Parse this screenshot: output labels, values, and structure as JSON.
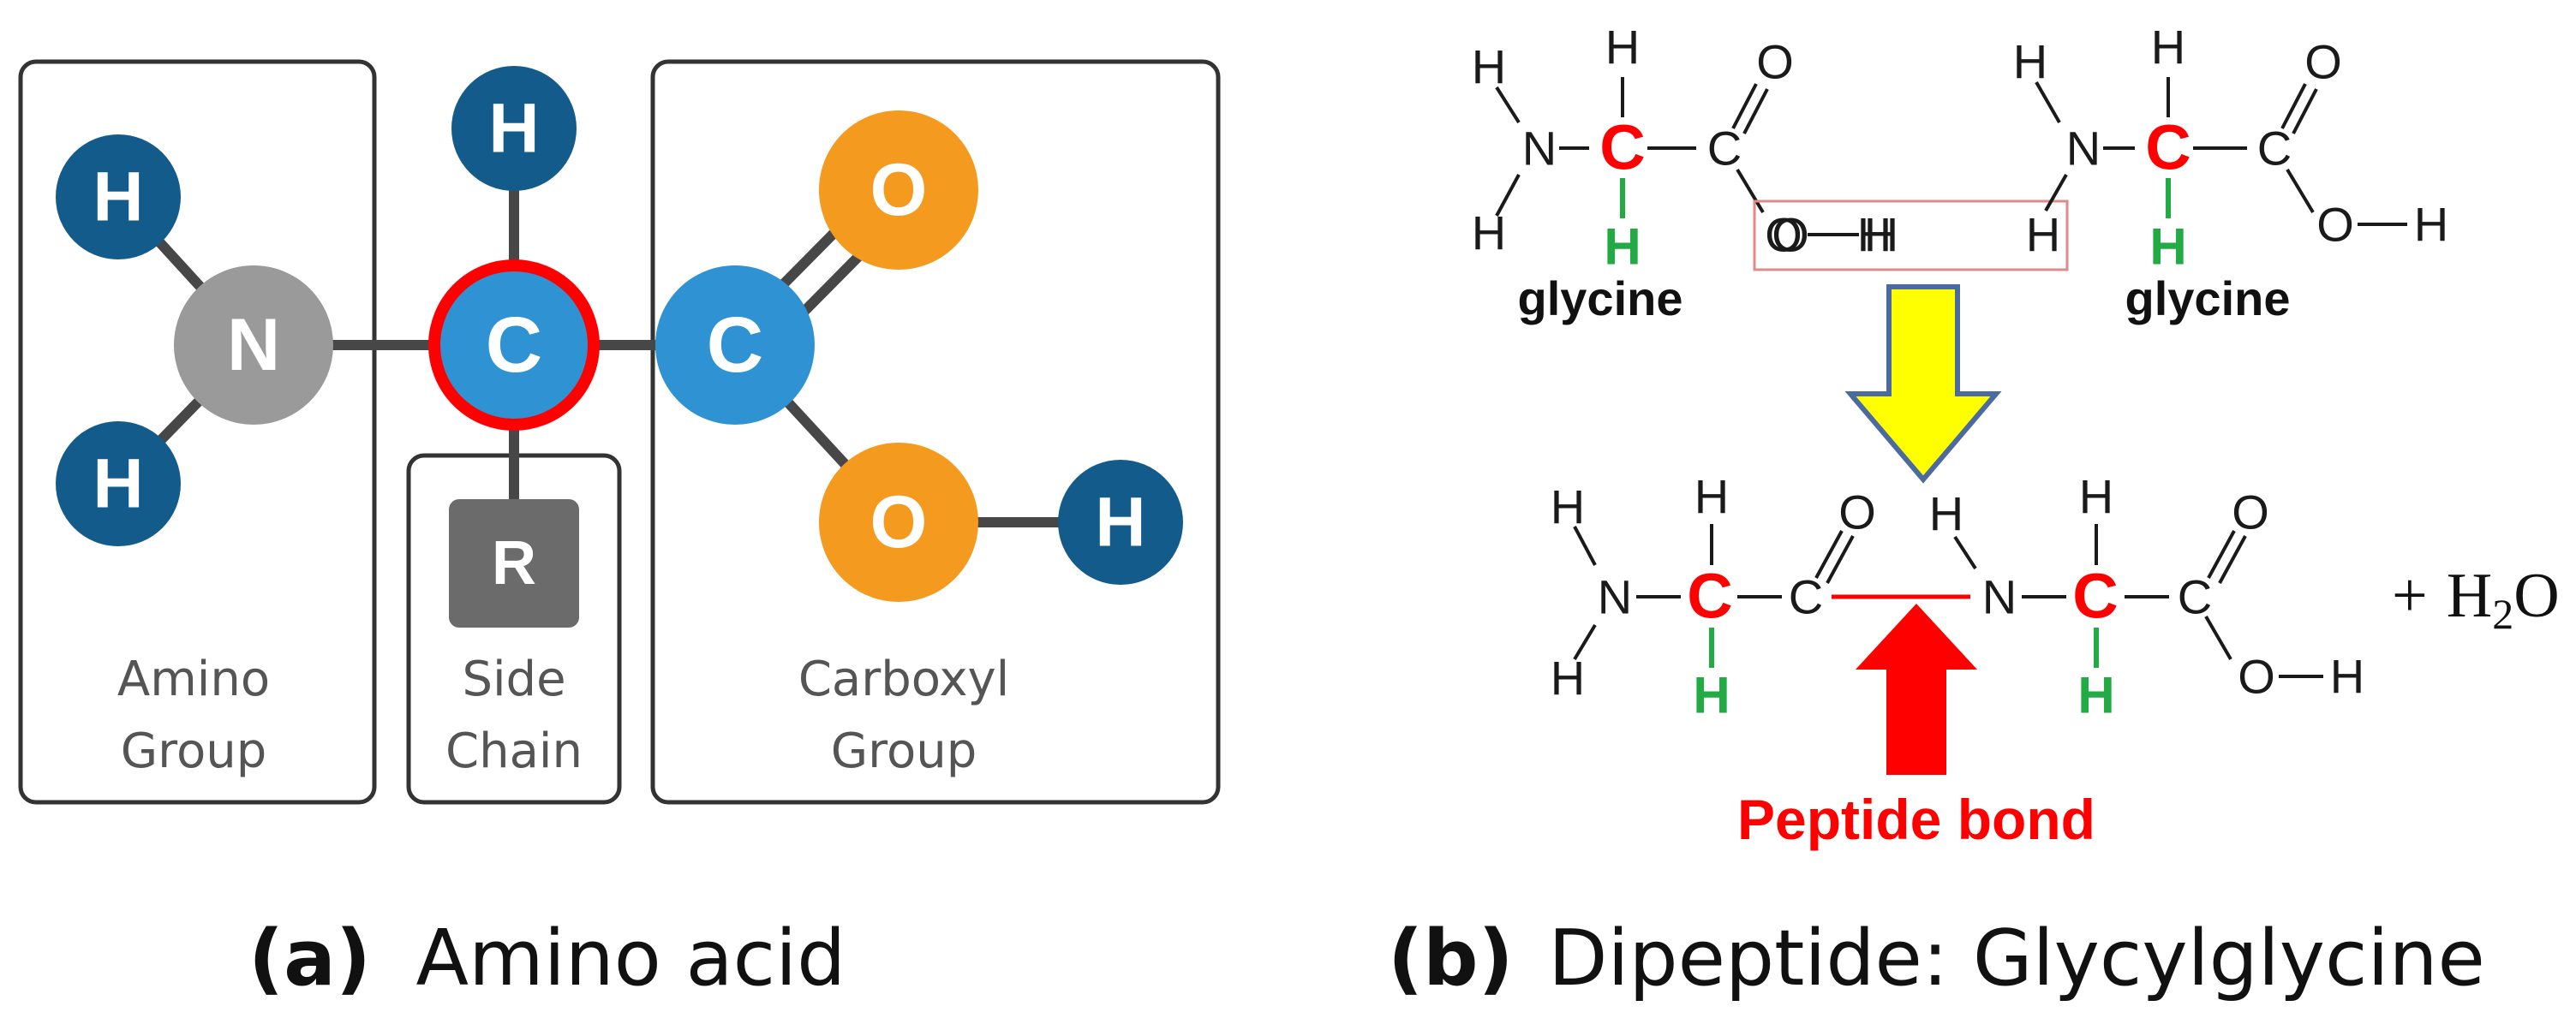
{
  "panel_a": {
    "atoms": {
      "h_top": "H",
      "h_left_top": "H",
      "h_left_bottom": "H",
      "h_right": "H",
      "n": "N",
      "c_alpha": "C",
      "c_carboxyl": "C",
      "o_top": "O",
      "o_bottom": "O",
      "r": "R"
    },
    "boxes": {
      "amino_line1": "Amino",
      "amino_line2": "Group",
      "side_line1": "Side",
      "side_line2": "Chain",
      "carboxyl_line1": "Carboxyl",
      "carboxyl_line2": "Group"
    },
    "caption_letter": "(a)",
    "caption_text": "Amino acid",
    "colors": {
      "h": "#135b8b",
      "n": "#9a9a9a",
      "c": "#2f92d2",
      "o": "#f39a1f",
      "r": "#6b6b6b",
      "highlight": "#ff0000"
    }
  },
  "panel_b": {
    "atoms": {
      "h": "H",
      "n": "N",
      "c": "C",
      "o": "O"
    },
    "molecule_name_left": "glycine",
    "molecule_name_right": "glycine",
    "peptide_label": "Peptide bond",
    "plus": "+",
    "water_h": "H",
    "water_sub": "2",
    "water_o": "O",
    "caption_letter": "(b)",
    "caption_text": "Dipeptide: Glycylglycine",
    "colors": {
      "alpha_c": "#ff0000",
      "alpha_h": "#22aa44",
      "arrow_yellow": "#ffff00",
      "arrow_outline": "#4a6aa0",
      "peptide": "#ff0000"
    }
  }
}
